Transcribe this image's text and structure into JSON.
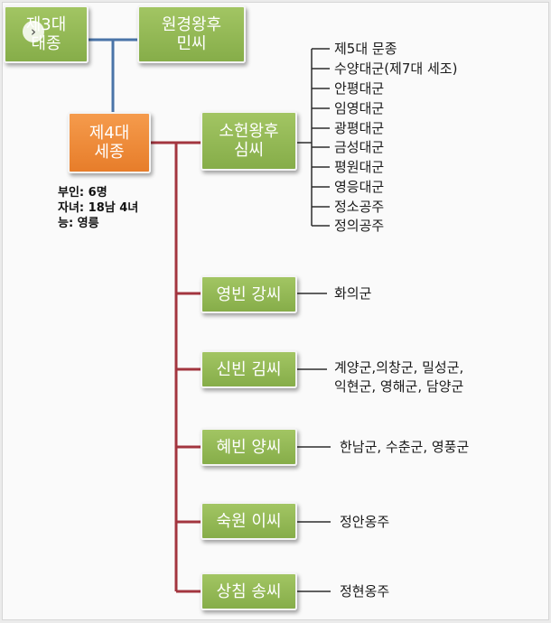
{
  "nodes": {
    "king3": "제3대\n태종",
    "queen3": "원경왕후\n민씨",
    "king4": "제4대\n세종",
    "soheon": "소헌왕후\n심씨",
    "yeongbin": "영빈 강씨",
    "sinbin": "신빈 김씨",
    "hyebin": "혜빈 양씨",
    "sugwon": "숙원 이씨",
    "sangchim": "상침 송씨"
  },
  "sejong_info": [
    "부인: 6명",
    "자녀: 18남 4녀",
    "능: 영릉"
  ],
  "soheon_children": [
    "제5대 문종",
    "수양대군(제7대 세조)",
    "안평대군",
    "임영대군",
    "광평대군",
    "금성대군",
    "평원대군",
    "영응대군",
    "정소공주",
    "정의공주"
  ],
  "yeongbin_children": [
    "화의군"
  ],
  "sinbin_children": [
    "계양군,의창군, 밀성군,",
    "익현군, 영해군, 담양군"
  ],
  "hyebin_children": [
    "한남군, 수춘군, 영풍군"
  ],
  "sugwon_children": [
    "정안옹주"
  ],
  "sangchim_children": [
    "정현옹주"
  ],
  "nav": {
    "arrow": "›",
    "icon": "chevron-right-icon"
  },
  "colors": {
    "green_node": "#94ba56",
    "orange_node": "#ee8a36",
    "blue_line": "#4a74a8",
    "red_line": "#a3353f",
    "child_line": "#2c2c2c"
  }
}
